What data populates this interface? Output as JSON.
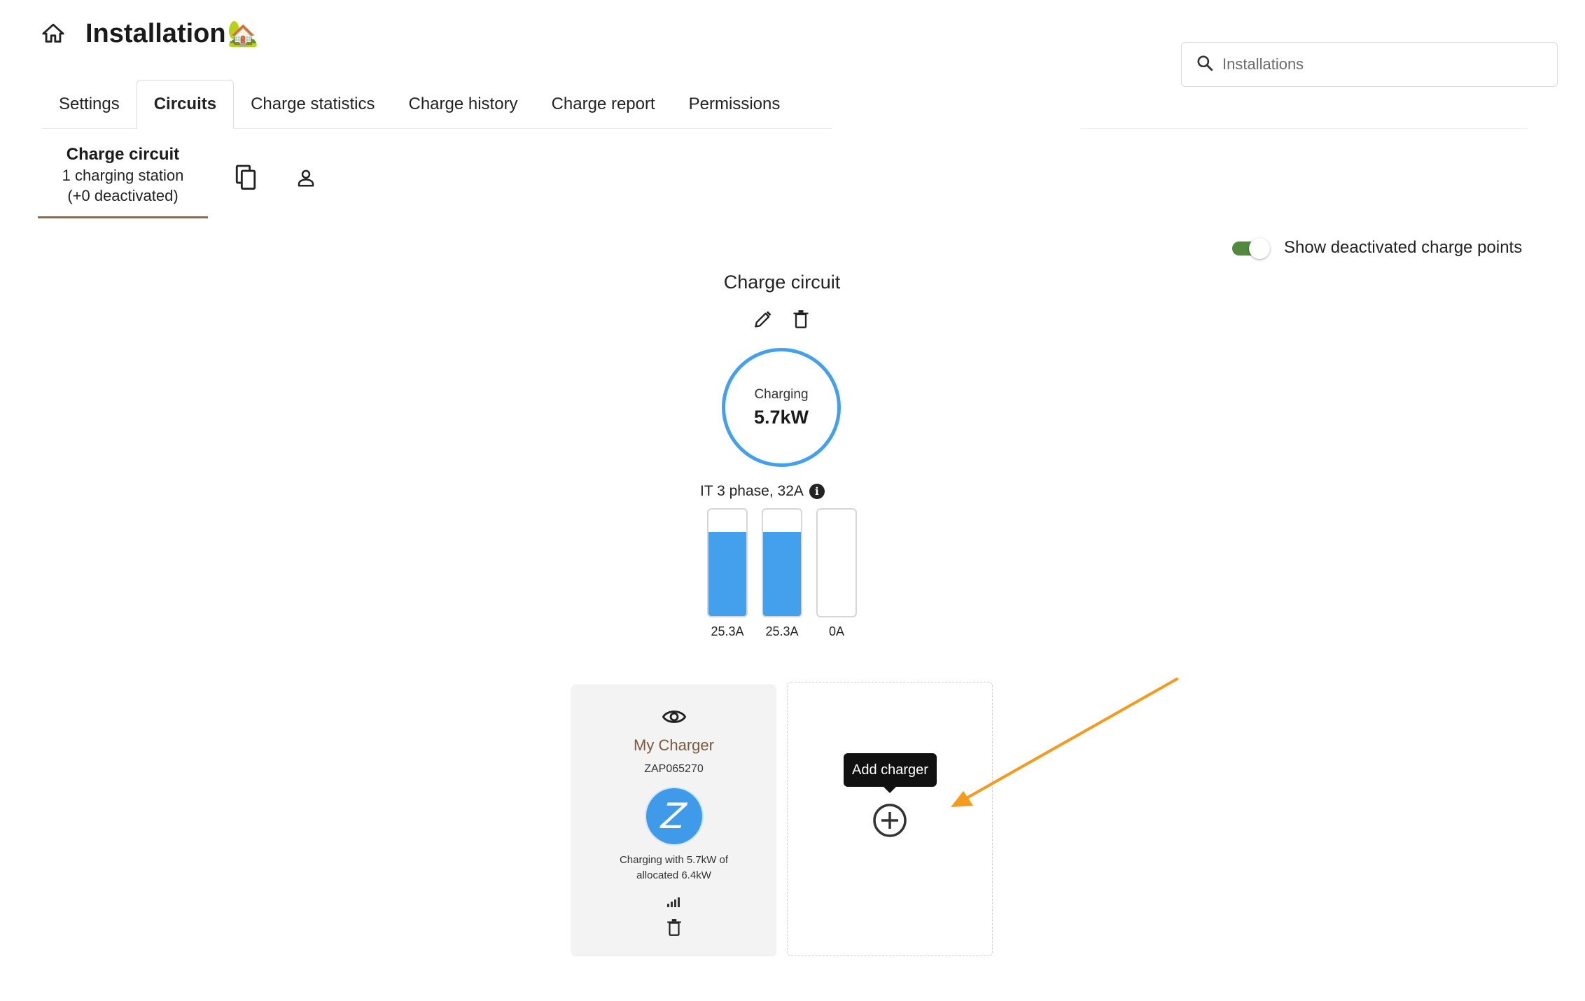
{
  "header": {
    "title": "Installation",
    "title_emoji": "🏡",
    "home_icon": "home-icon"
  },
  "search": {
    "placeholder": "Installations",
    "value": ""
  },
  "tabs": [
    {
      "label": "Settings",
      "active": false
    },
    {
      "label": "Circuits",
      "active": true
    },
    {
      "label": "Charge statistics",
      "active": false
    },
    {
      "label": "Charge history",
      "active": false
    },
    {
      "label": "Charge report",
      "active": false
    },
    {
      "label": "Permissions",
      "active": false
    }
  ],
  "circuit_tab": {
    "name": "Charge circuit",
    "stations": "1 charging station",
    "deactivated": "(+0 deactivated)"
  },
  "toggle": {
    "label": "Show deactivated charge points",
    "on": true
  },
  "circuit": {
    "title": "Charge circuit",
    "status": "Charging",
    "power": "5.7kW",
    "phase_info": "IT 3 phase, 32A",
    "phases": [
      {
        "label": "25.3A",
        "fraction": 0.79
      },
      {
        "label": "25.3A",
        "fraction": 0.79
      },
      {
        "label": "0A",
        "fraction": 0
      }
    ]
  },
  "charger": {
    "name": "My Charger",
    "serial": "ZAP065270",
    "logo_letter": "Z",
    "status": "Charging with 5.7kW of allocated 6.4kW"
  },
  "add_card": {
    "tooltip": "Add charger"
  },
  "colors": {
    "accent_blue": "#42a0ec",
    "toggle_green": "#4f8a3d",
    "tab_underline": "#8d6a4a",
    "charger_name": "#7a5a3c",
    "arrow": "#f59a1b"
  }
}
